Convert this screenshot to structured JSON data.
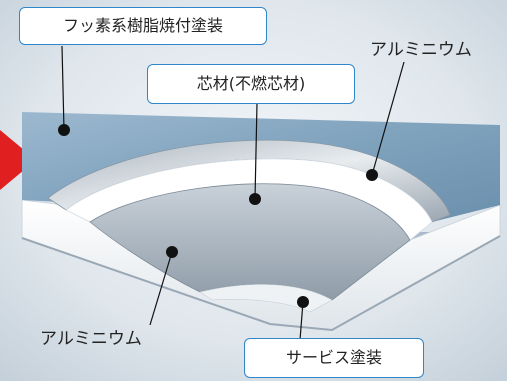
{
  "labels": {
    "coating": "フッ素系樹脂焼付塗装",
    "core": "芯材(不燃芯材)",
    "aluminum_top": "アルミニウム",
    "aluminum_bottom": "アルミニウム",
    "service_coat": "サービス塗装"
  },
  "colors": {
    "callout_border": "#2f86c8",
    "arrow": "#e02020",
    "surface_top": "#7fa2bd",
    "core": "#ffffff"
  }
}
